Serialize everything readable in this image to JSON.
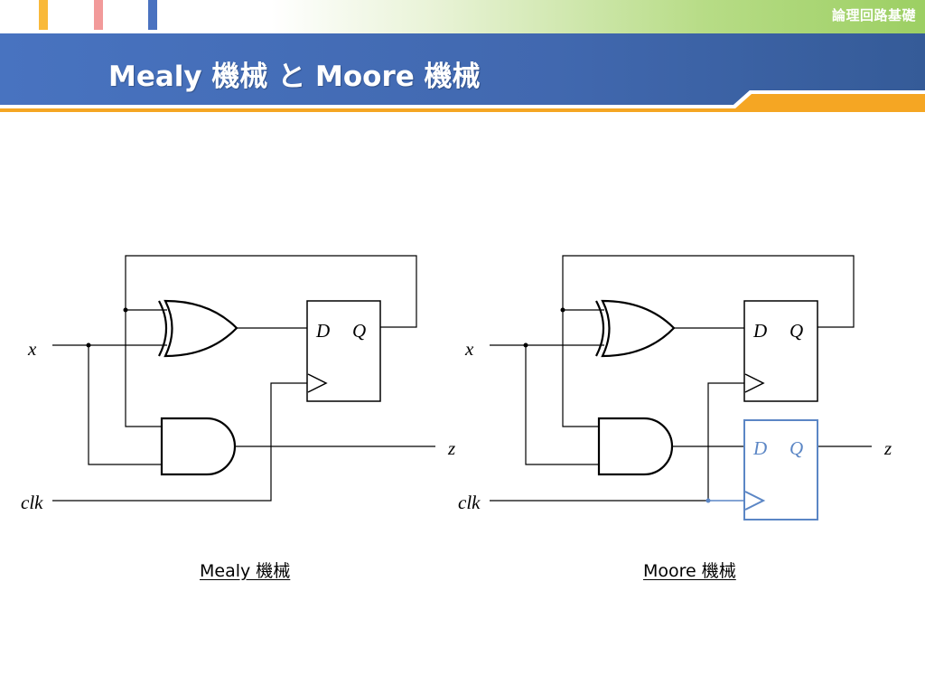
{
  "header": {
    "course_name": "論理回路基礎",
    "title": "Mealy 機械 と Moore 機械",
    "stripe_colors": [
      "#f9b93a",
      "#f29a9a",
      "#4a72c0"
    ],
    "title_bar_color": "#4470b8",
    "accent_color": "#f5a623"
  },
  "diagrams": {
    "mealy": {
      "input_label": "x",
      "clock_label": "clk",
      "output_label": "z",
      "ff_d_label": "D",
      "ff_q_label": "Q",
      "caption": "Mealy 機械"
    },
    "moore": {
      "input_label": "x",
      "clock_label": "clk",
      "output_label": "z",
      "ff1_d_label": "D",
      "ff1_q_label": "Q",
      "ff2_d_label": "D",
      "ff2_q_label": "Q",
      "caption": "Moore 機械",
      "highlight_color": "#5b86c5"
    }
  }
}
